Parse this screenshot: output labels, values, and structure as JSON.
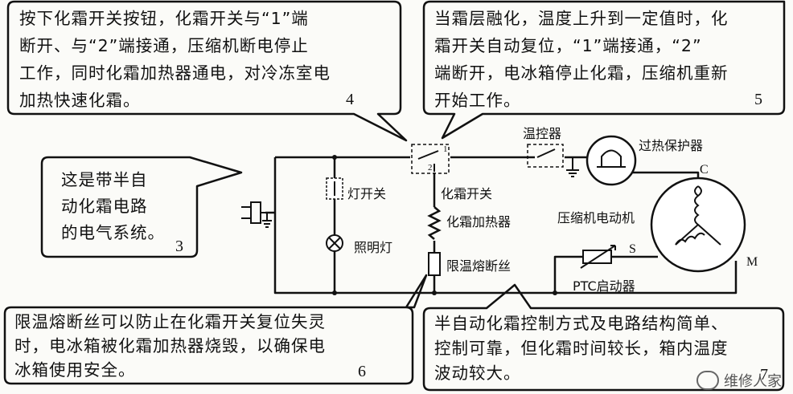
{
  "callouts": {
    "c4": {
      "text": "按下化霜开关按钮，化霜开关与“1”端断开、与“2”端接通，压缩机断电停止工作，同时化霜加热器通电，对冷冻室电加热快速化霜。",
      "lines": [
        "按下化霜开关按钮，化霜开关与“1”端",
        "断开、与“2”端接通，压缩机断电停止",
        "工作，同时化霜加热器通电，对冷冻室电",
        "加热快速化霜。"
      ],
      "number": "4"
    },
    "c5": {
      "lines": [
        "当霜层融化，温度上升到一定值时，化",
        "霜开关自动复位，“1”端接通，“2”",
        "端断开，电冰箱停止化霜，压缩机重新",
        "开始工作。"
      ],
      "number": "5"
    },
    "c3": {
      "lines": [
        "这是带半自",
        "动化霜电路",
        "的电气系统。"
      ],
      "number": "3"
    },
    "c6": {
      "lines": [
        "限温熔断丝可以防止在化霜开关复位失灵",
        "时，电冰箱被化霜加热器烧毁，以确保电",
        "冰箱使用安全。"
      ],
      "number": "6"
    },
    "c7": {
      "lines": [
        "半自动化霜控制方式及电路结构简单、",
        "控制可靠，但化霜时间较长，箱内温度",
        "波动较大。"
      ],
      "number": "7"
    }
  },
  "labels": {
    "thermostat": "温控器",
    "overheat": "过热保护器",
    "defrost_switch": "化霜开关",
    "light_switch": "灯开关",
    "heater": "化霜加热器",
    "lamp": "照明灯",
    "fuse": "限温熔断丝",
    "motor": "压缩机电动机",
    "ptc": "PTC启动器",
    "term_c": "C",
    "term_s": "S",
    "term_m": "M",
    "sw_1": "1",
    "sw_2": "2"
  },
  "watermark": {
    "text": "维修人家",
    "icon": "wechat-icon"
  }
}
